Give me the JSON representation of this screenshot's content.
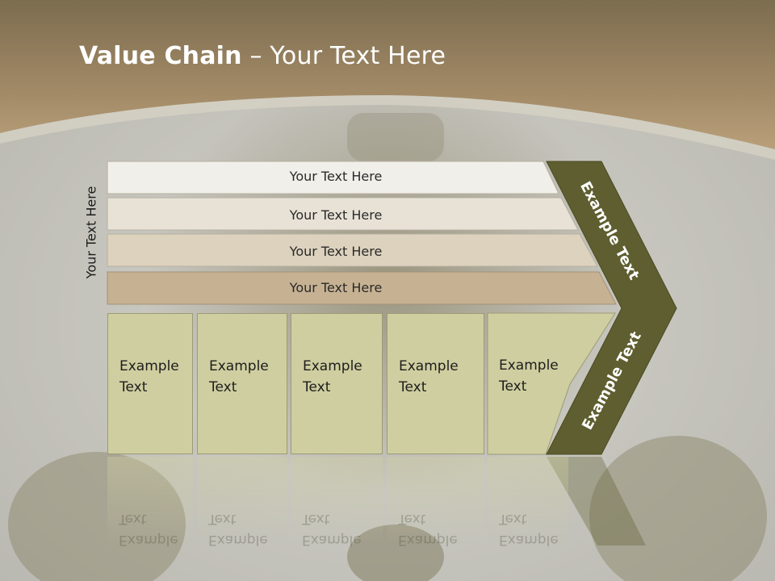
{
  "slide": {
    "title_bold": "Value Chain",
    "title_rest": " – Your Text Here",
    "side_label": "Your Text Here",
    "bars": [
      "Your Text Here",
      "Your Text Here",
      "Your Text Here",
      "Your Text Here"
    ],
    "boxes": [
      "Example Text",
      "Example Text",
      "Example Text",
      "Example Text",
      "Example Text"
    ],
    "chevron_top_label": "Example Text",
    "chevron_bottom_label": "Example Text"
  },
  "colors": {
    "band": "#a8916a",
    "chevron": "#5e5e30",
    "bar1": "#f1efe9",
    "bar2": "#e8e2d6",
    "bar3": "#dcd2bd",
    "bar4": "#c6b293",
    "box": "#cfcea0"
  }
}
